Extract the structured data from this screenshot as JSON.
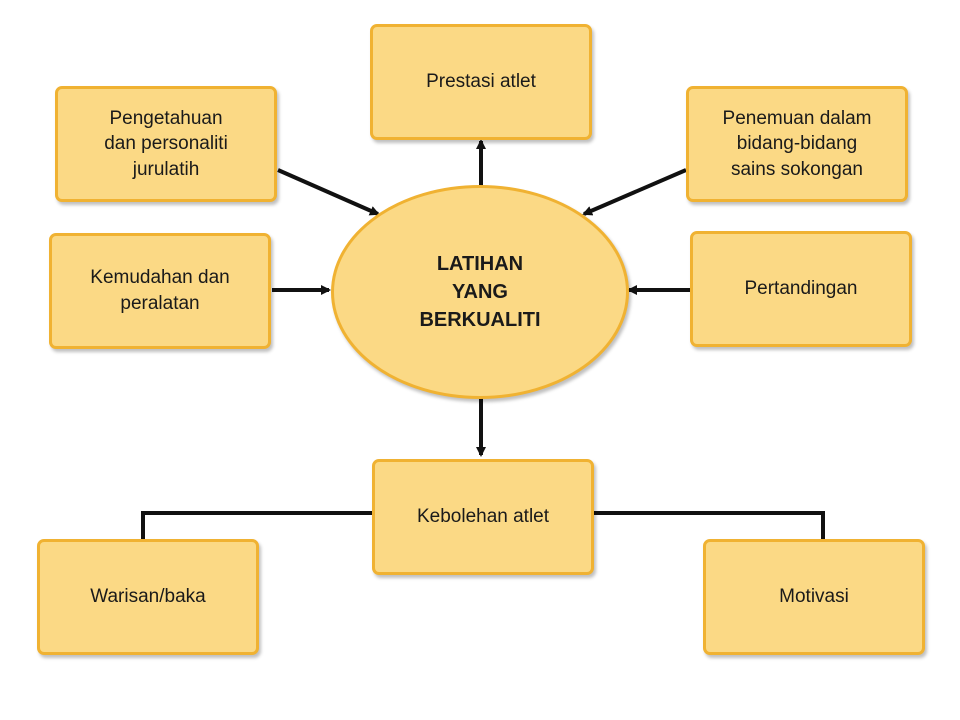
{
  "colors": {
    "fill": "#fbd985",
    "border": "#f0b232",
    "connector": "#111111"
  },
  "center": {
    "label": "LATIHAN\nYANG\nBERKUALITI"
  },
  "nodes": {
    "prestasi": "Prestasi atlet",
    "pengetahuan": "Pengetahuan\ndan personaliti\njurulatih",
    "penemuan": "Penemuan dalam\nbidang-bidang\nsains sokongan",
    "kemudahan": "Kemudahan dan\nperalatan",
    "pertandingan": "Pertandingan",
    "kebolehan": "Kebolehan atlet",
    "warisan": "Warisan/baka",
    "motivasi": "Motivasi"
  }
}
